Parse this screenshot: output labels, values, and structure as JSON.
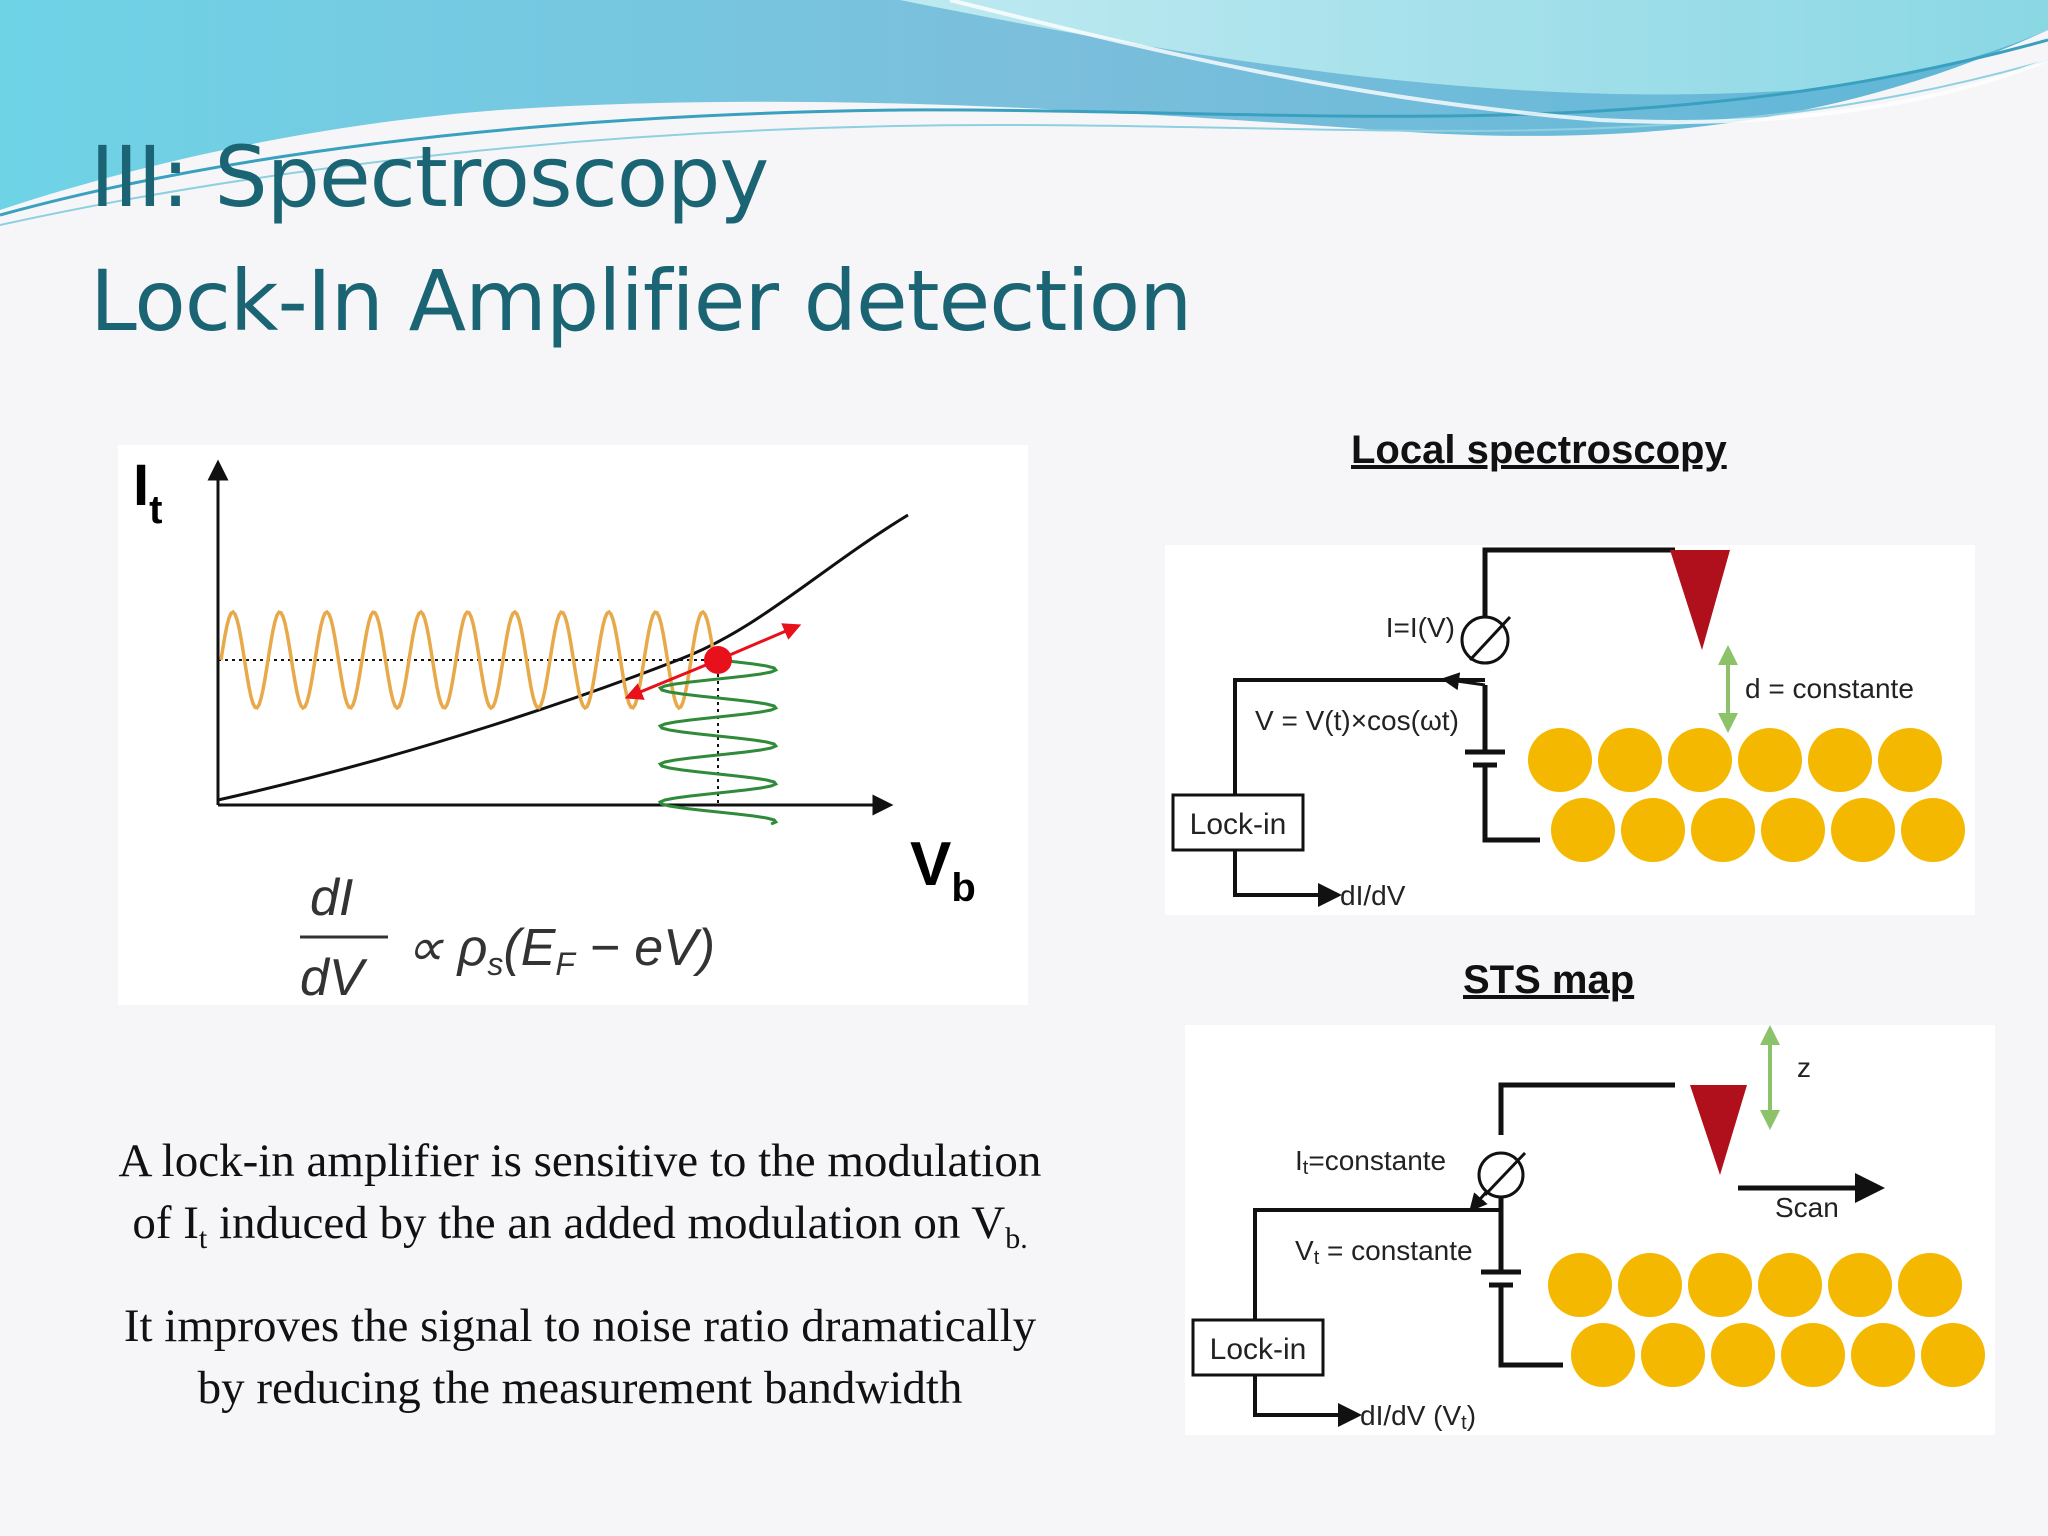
{
  "slide": {
    "title_line1": "III: Spectroscopy",
    "title_line2": "Lock-In Amplifier detection"
  },
  "graph": {
    "y_axis_label": "I",
    "y_axis_sub": "t",
    "x_axis_label": "V",
    "x_axis_sub": "b",
    "formula_numerator": "dI",
    "formula_denominator": "dV",
    "formula_rhs_prop": "∝ ρ",
    "formula_rhs_sub": "s",
    "formula_rhs_arg": "(E",
    "formula_rhs_argsub": "F",
    "formula_rhs_tail": " − eV)"
  },
  "local": {
    "heading": "Local spectroscopy",
    "current_label": "I=I(V)",
    "voltage_label": "V = V(t)×cos(ωt)",
    "lockin_label": "Lock-in",
    "output_label": "dI/dV",
    "distance_label": "d = constante"
  },
  "sts": {
    "heading": "STS map",
    "current_label": "I",
    "current_sub": "t",
    "current_tail": "=constante",
    "voltage_label": "V",
    "voltage_sub": "t",
    "voltage_tail": " = constante",
    "lockin_label": "Lock-in",
    "output_label": "dI/dV (V",
    "output_sub": "t",
    "output_tail": ")",
    "z_label": "z",
    "scan_label": "Scan"
  },
  "text": {
    "p1_line1": "A lock-in amplifier is sensitive to the modulation",
    "p1_line2_a": "of  I",
    "p1_line2_sub1": "t",
    "p1_line2_b": " induced by the an added modulation on V",
    "p1_line2_sub2": "b.",
    "p2_line1": "It improves the signal to noise ratio dramatically",
    "p2_line2": "by reducing the measurement bandwidth"
  },
  "colors": {
    "title": "#1a6474",
    "tip": "#b0101c",
    "atom": "#f5b800",
    "arrow_green": "#8cc36a",
    "orange_wave": "#e7a94a",
    "green_wave": "#2f8a3a",
    "red_point": "#e8101a"
  },
  "icons": [
    "tip-icon",
    "ammeter-icon",
    "battery-icon",
    "atom-row-icon",
    "arrow-icon"
  ]
}
